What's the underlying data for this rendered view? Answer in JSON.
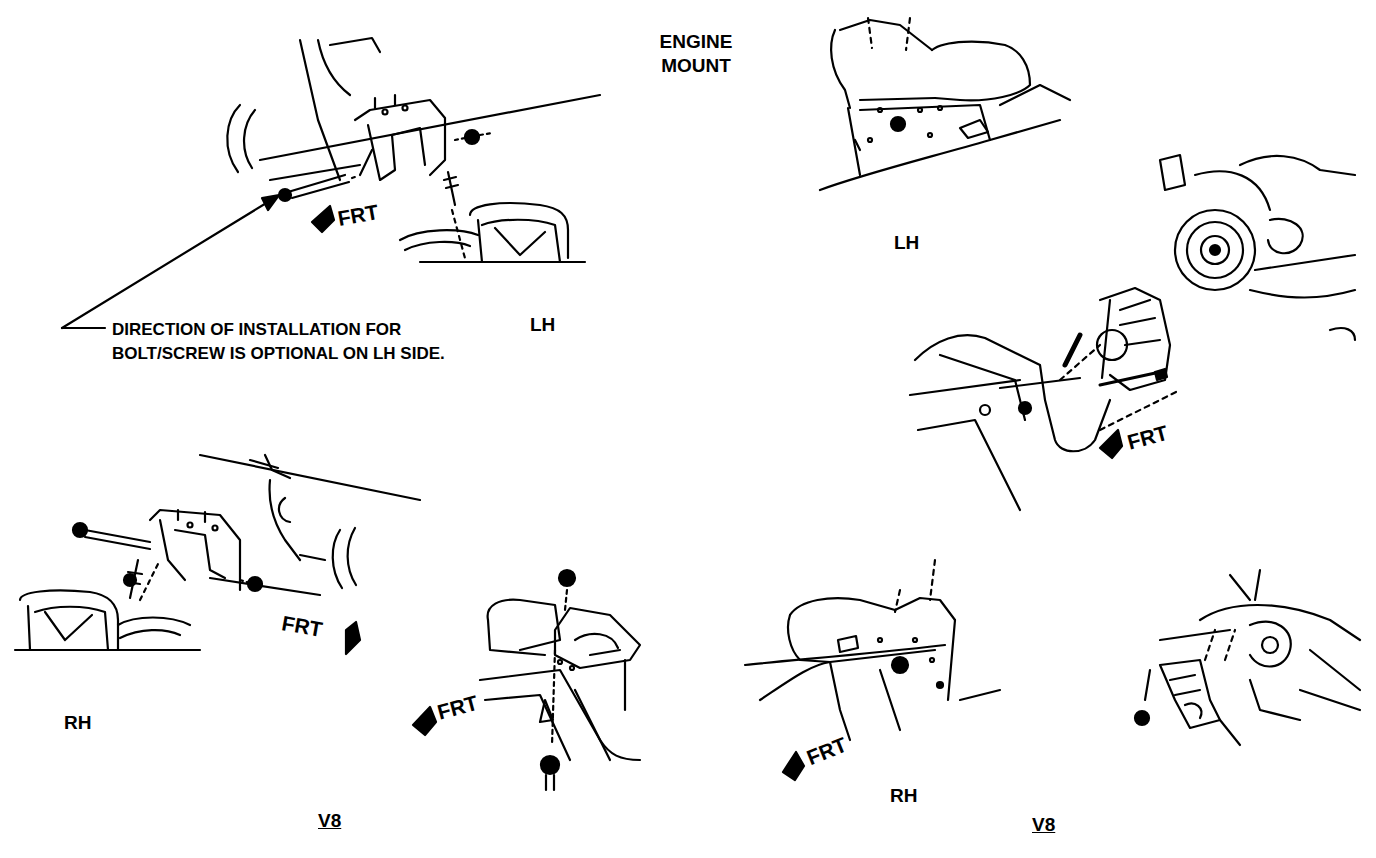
{
  "diagram": {
    "title": "ENGINE MOUNT",
    "labels": [
      "LH",
      "LH",
      "DIRECTION OF INSTALLATION FOR BOLT/SCREW IS OPTIONAL ON LH SIDE.",
      "FRT",
      "FRT",
      "FRT",
      "FRT",
      "FRT",
      "RH",
      "RH",
      "V8",
      "V8"
    ]
  }
}
